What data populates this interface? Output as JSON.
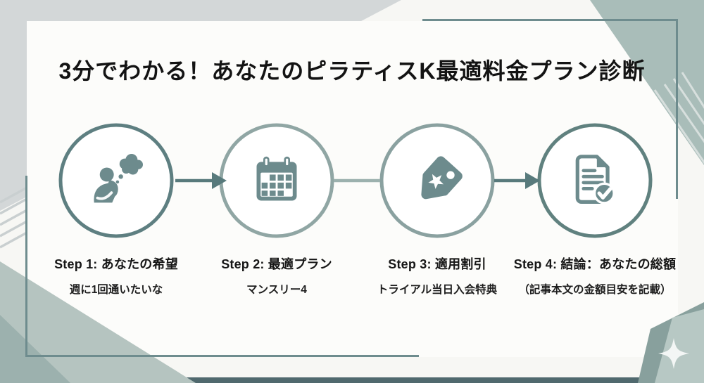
{
  "title": "3分でわかる！あなたのピラティスK最適料金プラン診断",
  "steps": [
    {
      "label": "Step 1: あなたの希望",
      "sublabel": "週に1回通いたいな",
      "icon": "thinking-person-icon"
    },
    {
      "label": "Step 2: 最適プラン",
      "sublabel": "マンスリー4",
      "icon": "calendar-icon"
    },
    {
      "label": "Step 3: 適用割引",
      "sublabel": "トライアル当日入会特典",
      "icon": "price-tag-icon"
    },
    {
      "label": "Step 4: 結論：あなたの総額",
      "sublabel": "（記事本文の金額目安を記載）",
      "icon": "document-check-icon"
    }
  ],
  "flow": {
    "direction": "left-to-right",
    "connector_count": 3
  },
  "colors": {
    "accent_teal": "#6d8b8d",
    "circle_stroke_dark": "#5e7f81",
    "circle_stroke_light": "#90a6a4",
    "arrow": "#587a7c",
    "card_background": "#fcfcfa",
    "frame_border": "#6e8c8e",
    "corner_gray": "#d3d7d8",
    "corner_sage": "#a9bdb9",
    "corner_sage_light": "#b5c4c0",
    "bottom_bar": "#50696e",
    "title_text": "#131313"
  }
}
